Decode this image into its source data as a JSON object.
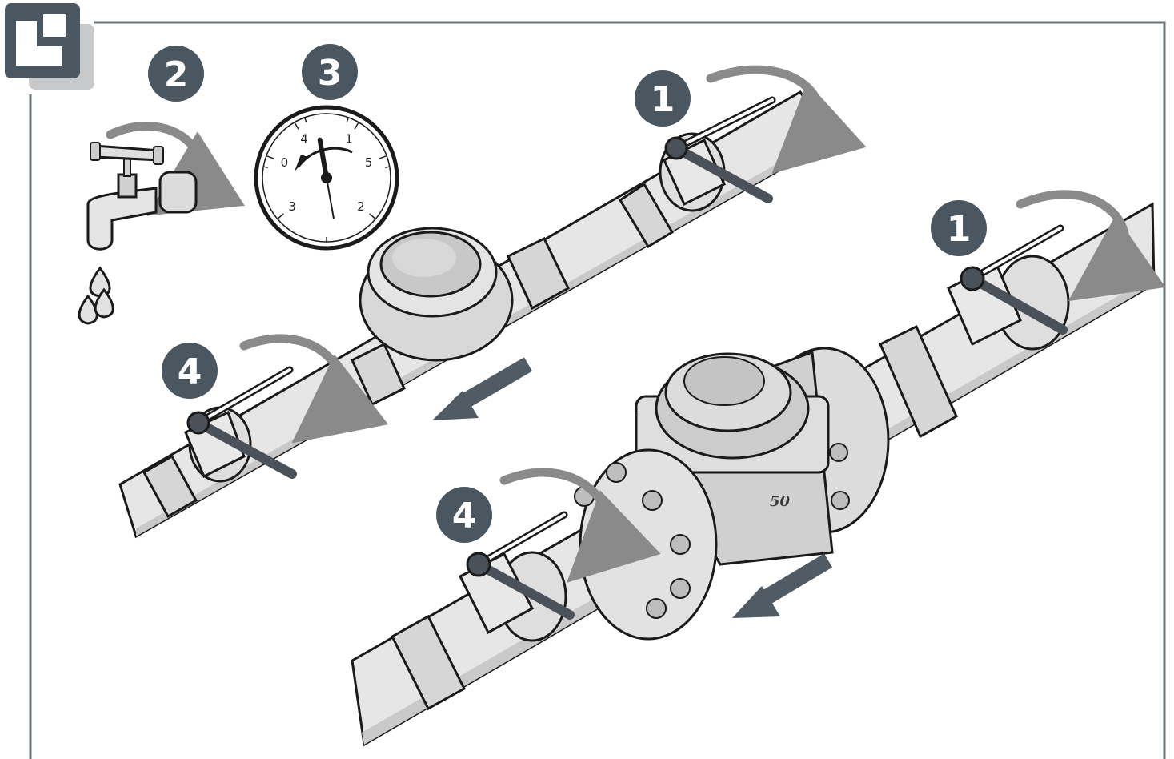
{
  "colors": {
    "badge": "#4a5761",
    "frame": "#6b7479",
    "pipe_fill": "#e6e6e6",
    "pipe_shade": "#c9c9c9",
    "outline": "#1a1a1a",
    "handle": "#4a5158",
    "rotation_arrow": "#8a8a8a",
    "flow_arrow": "#505b63"
  },
  "icons": {
    "corner": "installation-corner-icon",
    "tap": "water-tap-icon",
    "drops": "water-drops-icon",
    "gauge": "pressure-gauge-icon"
  },
  "steps": {
    "step_1_upper": "1",
    "step_1_lower": "1",
    "step_2": "2",
    "step_3": "3",
    "step_4_upper": "4",
    "step_4_lower": "4"
  },
  "gauge": {
    "scale": [
      "0",
      "1",
      "2",
      "3",
      "4",
      "5"
    ],
    "reading": 4.2,
    "scale_min": 0,
    "scale_max": 5
  },
  "meter": {
    "size_marking": "50"
  }
}
